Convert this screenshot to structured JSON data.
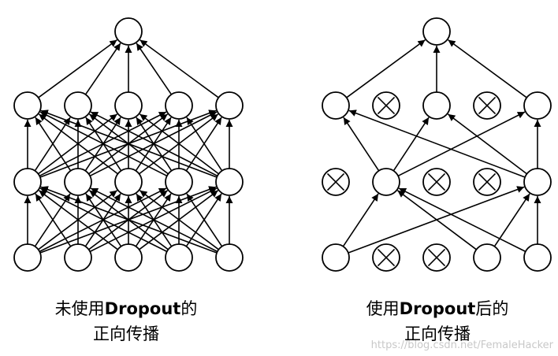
{
  "diagrams": [
    {
      "caption_line1_pre": "未使用",
      "caption_line1_bold": "Dropout",
      "caption_line1_post": "的",
      "caption_line2": "正向传播",
      "dropped": []
    },
    {
      "caption_line1_pre": "使用",
      "caption_line1_bold": "Dropout",
      "caption_line1_post": "后的",
      "caption_line2": "正向传播",
      "dropped": [
        "2-1",
        "2-3",
        "1-0",
        "1-2",
        "1-3",
        "0-1",
        "0-2"
      ]
    }
  ],
  "watermark": "https://blog.csdn.net/FemaleHacker"
}
